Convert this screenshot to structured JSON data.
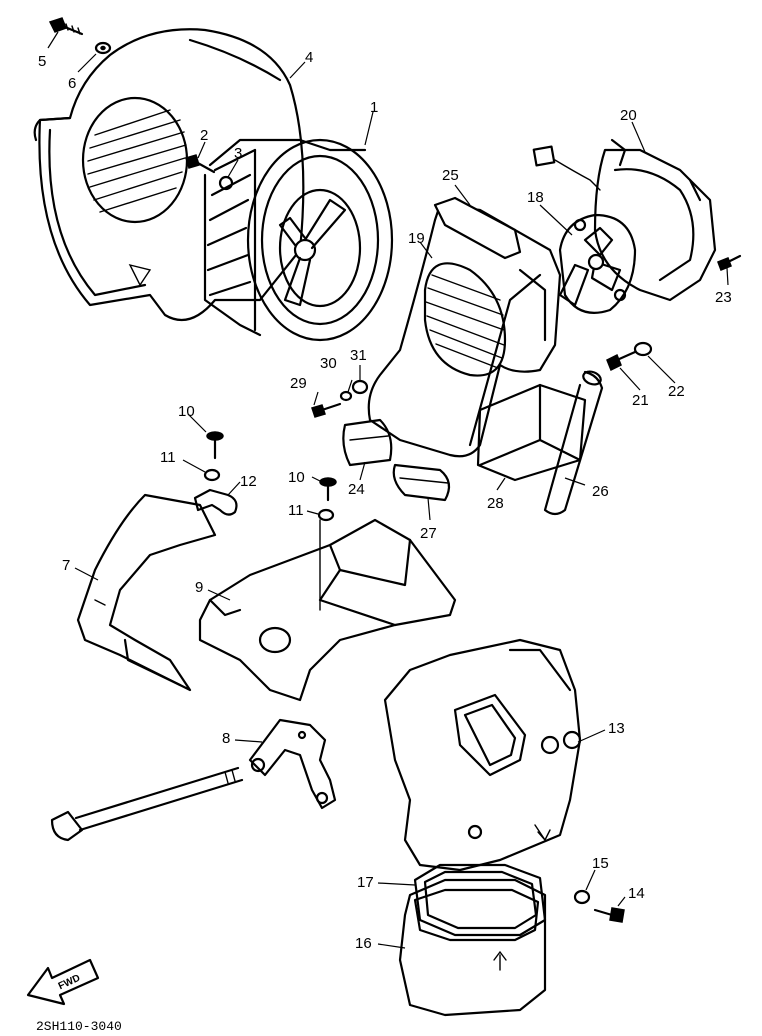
{
  "diagram_code": "2SH110-3040",
  "fwd_label": "FWD",
  "callouts": [
    {
      "id": "c1",
      "text": "1"
    },
    {
      "id": "c2",
      "text": "2"
    },
    {
      "id": "c3",
      "text": "3"
    },
    {
      "id": "c4",
      "text": "4"
    },
    {
      "id": "c5",
      "text": "5"
    },
    {
      "id": "c6",
      "text": "6"
    },
    {
      "id": "c7",
      "text": "7"
    },
    {
      "id": "c8",
      "text": "8"
    },
    {
      "id": "c9",
      "text": "9"
    },
    {
      "id": "c10a",
      "text": "10"
    },
    {
      "id": "c10b",
      "text": "10"
    },
    {
      "id": "c11a",
      "text": "11"
    },
    {
      "id": "c11b",
      "text": "11"
    },
    {
      "id": "c12",
      "text": "12"
    },
    {
      "id": "c13",
      "text": "13"
    },
    {
      "id": "c14",
      "text": "14"
    },
    {
      "id": "c15",
      "text": "15"
    },
    {
      "id": "c16",
      "text": "16"
    },
    {
      "id": "c17",
      "text": "17"
    },
    {
      "id": "c18",
      "text": "18"
    },
    {
      "id": "c19",
      "text": "19"
    },
    {
      "id": "c20",
      "text": "20"
    },
    {
      "id": "c21",
      "text": "21"
    },
    {
      "id": "c22",
      "text": "22"
    },
    {
      "id": "c23",
      "text": "23"
    },
    {
      "id": "c24",
      "text": "24"
    },
    {
      "id": "c25",
      "text": "25"
    },
    {
      "id": "c26",
      "text": "26"
    },
    {
      "id": "c27",
      "text": "27"
    },
    {
      "id": "c28",
      "text": "28"
    },
    {
      "id": "c29",
      "text": "29"
    },
    {
      "id": "c30",
      "text": "30"
    },
    {
      "id": "c31",
      "text": "31"
    }
  ]
}
